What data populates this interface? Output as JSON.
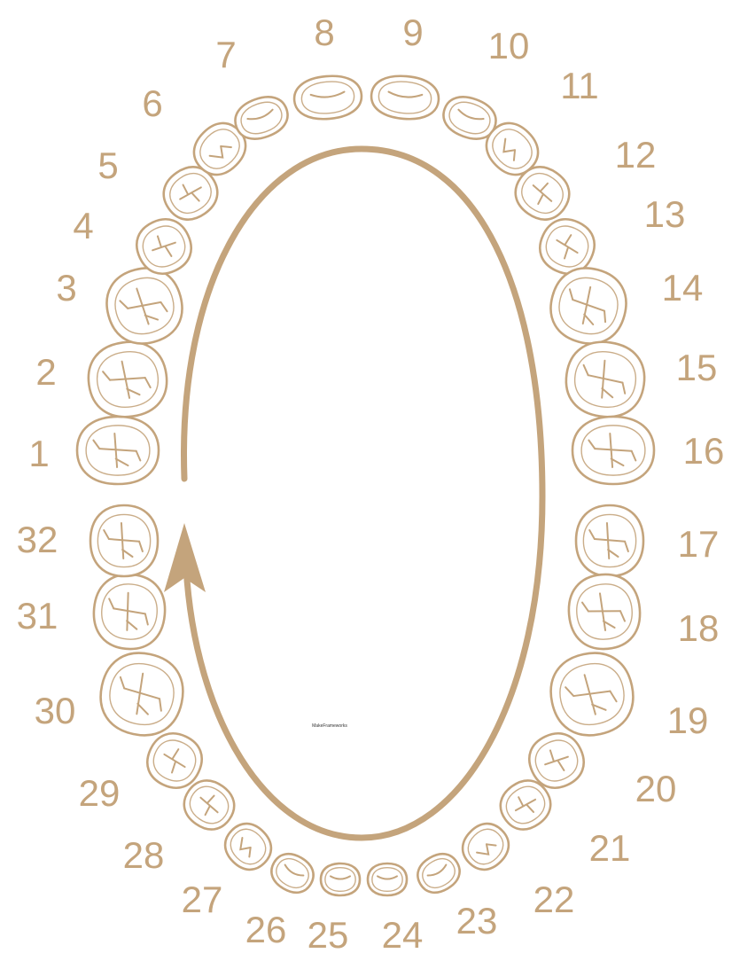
{
  "colors": {
    "accent": "#c4a47c",
    "background": "#ffffff"
  },
  "upper_arch": {
    "tooth_numbers": [
      "1",
      "2",
      "3",
      "4",
      "5",
      "6",
      "7",
      "8",
      "9",
      "10",
      "11",
      "12",
      "13",
      "14",
      "15",
      "16"
    ]
  },
  "lower_arch": {
    "tooth_numbers": [
      "17",
      "18",
      "19",
      "20",
      "21",
      "22",
      "23",
      "24",
      "25",
      "26",
      "27",
      "28",
      "29",
      "30",
      "31",
      "32"
    ]
  },
  "watermark": "MakeFrameworks"
}
